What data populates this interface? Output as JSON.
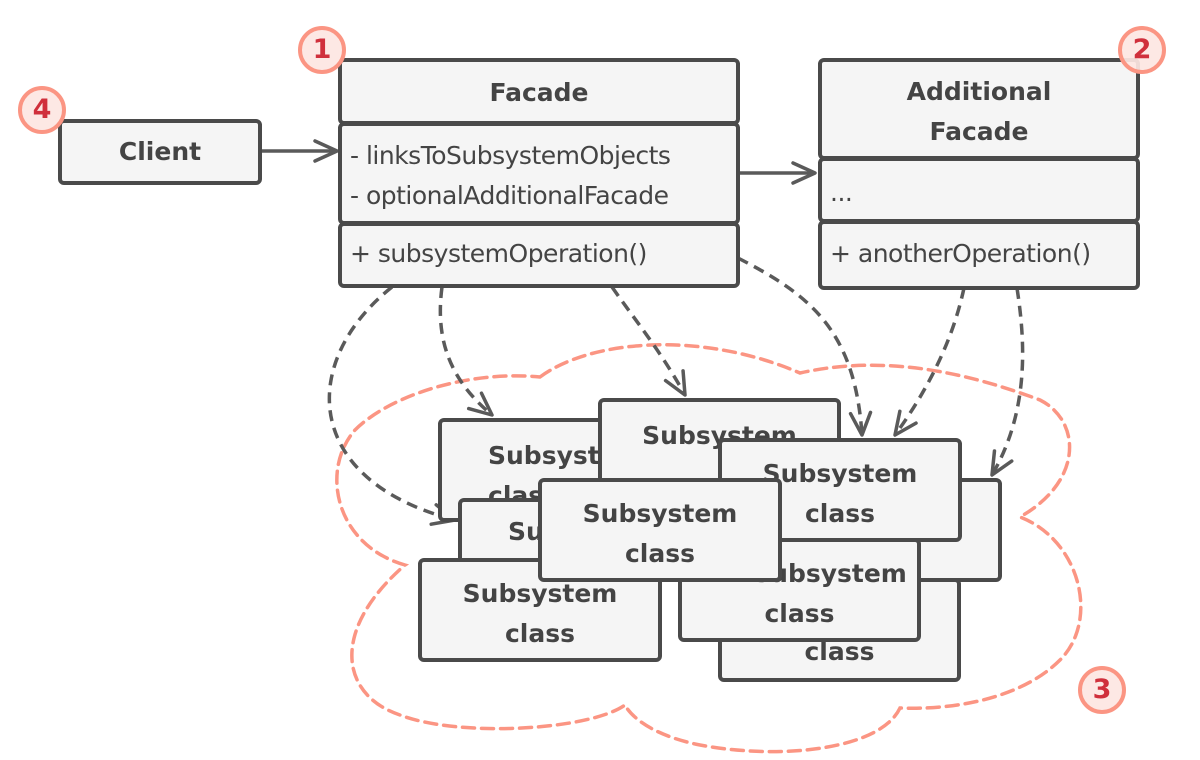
{
  "diagram": {
    "title": "Facade pattern structure",
    "colors": {
      "box_fill": "#f5f5f5",
      "box_border": "#4a4a4a",
      "text": "#444444",
      "arrow": "#5a5a5a",
      "cloud": "#fb9583",
      "badge_fill": "#fde6e2",
      "badge_number": "#d0303c"
    },
    "client": {
      "label": "Client"
    },
    "facade": {
      "name": "Facade",
      "fields": [
        "- linksToSubsystemObjects",
        "- optionalAdditionalFacade"
      ],
      "methods": [
        "+ subsystemOperation()"
      ]
    },
    "additional_facade": {
      "name_line1": "Additional",
      "name_line2": "Facade",
      "fields": [
        "..."
      ],
      "methods": [
        "+ anotherOperation()"
      ]
    },
    "subsystem_classes": [
      {
        "line1": "Subsystem",
        "line2": "class"
      },
      {
        "line1": "Subsystem",
        "line2": "class"
      },
      {
        "line1": "Subsystem",
        "line2": "class"
      },
      {
        "line1": "Subsystem",
        "line2": "class"
      },
      {
        "line1": "Subsystem",
        "line2": "class"
      },
      {
        "line1": "Subsystem",
        "line2": "class"
      },
      {
        "line1": "Subsystem",
        "line2": "class"
      },
      {
        "line1": "Subsystem",
        "line2": "class"
      },
      {
        "line1": "Subsystem",
        "line2": "class"
      }
    ],
    "relations": [
      {
        "from": "Client",
        "to": "Facade",
        "type": "association"
      },
      {
        "from": "Facade",
        "to": "Additional Facade",
        "type": "association"
      },
      {
        "from": "Facade",
        "to": "Subsystem class",
        "type": "dependency"
      },
      {
        "from": "Additional Facade",
        "to": "Subsystem class",
        "type": "dependency"
      }
    ],
    "badges": [
      {
        "number": "1",
        "target": "Facade"
      },
      {
        "number": "2",
        "target": "Additional Facade"
      },
      {
        "number": "3",
        "target": "Subsystem"
      },
      {
        "number": "4",
        "target": "Client"
      }
    ]
  }
}
